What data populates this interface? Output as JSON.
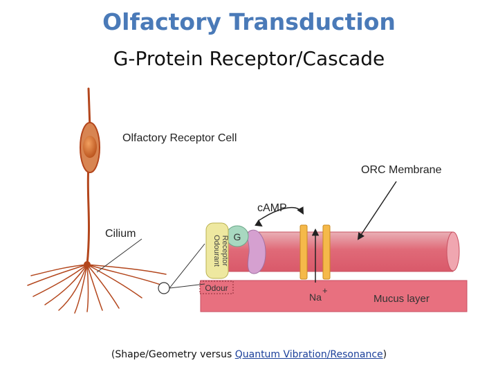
{
  "title": "Olfactory Transduction",
  "subtitle": "G-Protein Receptor/Cascade",
  "labels": {
    "receptor_cell": "Olfactory Receptor Cell",
    "orc_membrane": "ORC Membrane",
    "camp": "cAMP",
    "cilium": "Cilium",
    "g_protein": "G",
    "odourant_receptor_line1": "Odourant",
    "odourant_receptor_line2": "Receptor",
    "odour": "Odour",
    "sodium": "Na",
    "sodium_charge": "+",
    "mucus_layer": "Mucus layer"
  },
  "footer": {
    "prefix": "(Shape/Geometry versus ",
    "link": "Quantum Vibration/Resonance",
    "suffix": ")"
  },
  "colors": {
    "title": "#4a7ab8",
    "neuron": "#b3461c",
    "membrane": "#e06a78",
    "mucus": "#e8707f",
    "channel": "#f5b94a",
    "receptor": "#eee8a0",
    "g_protein": "#a8d8c0",
    "effector": "#d5a0d0"
  }
}
